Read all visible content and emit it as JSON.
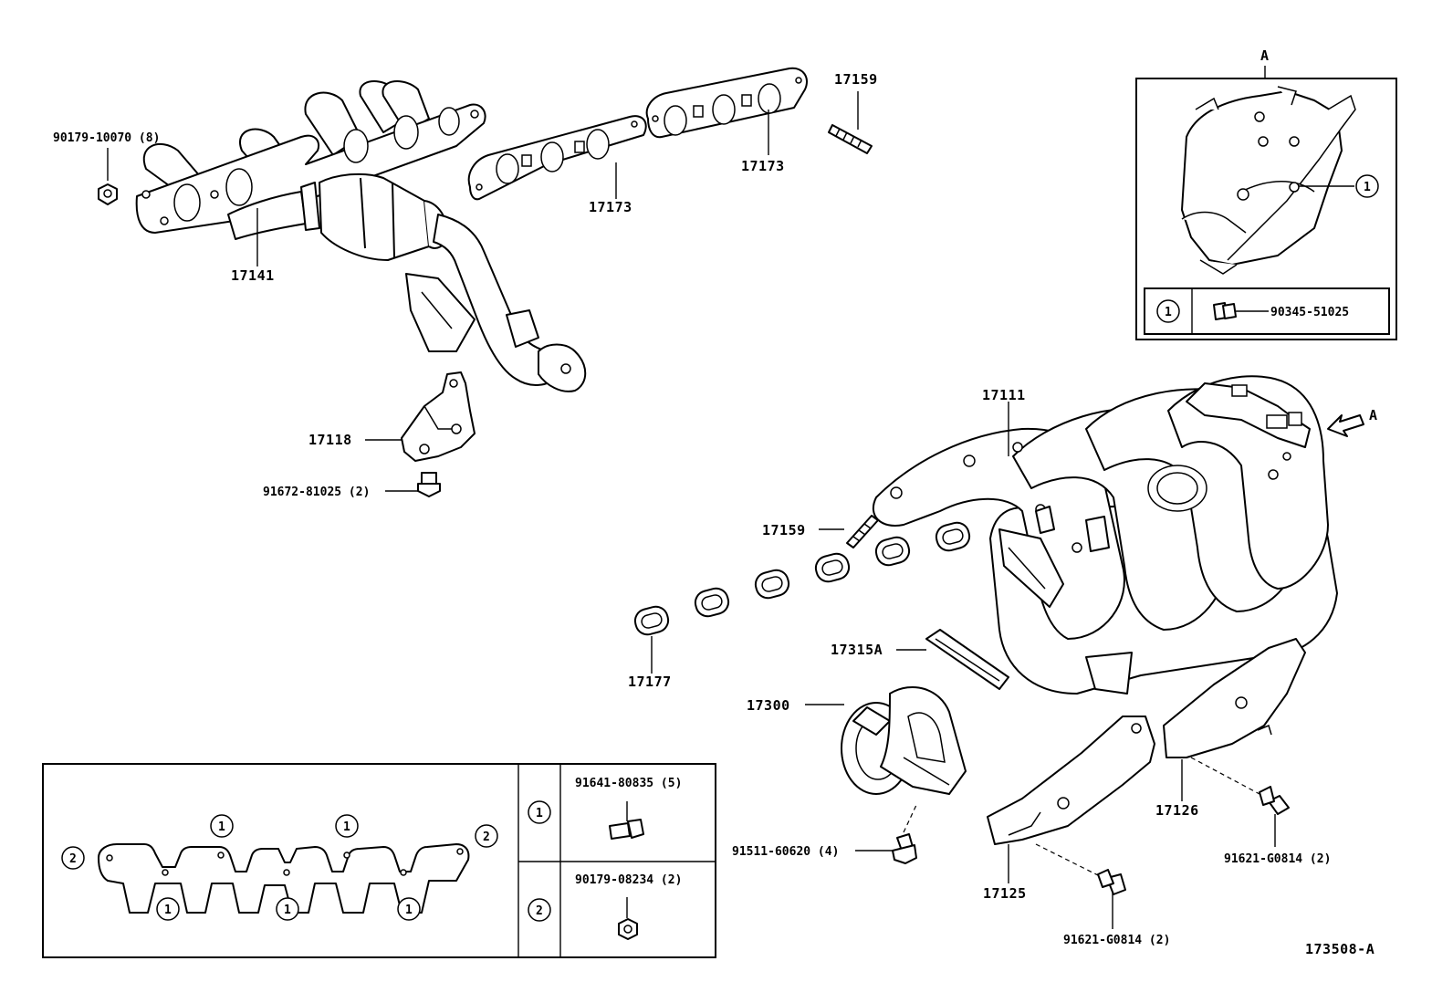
{
  "callouts": {
    "c17141": "17141",
    "c90179_10070": "90179-10070 (8)",
    "c17173_a": "17173",
    "c17173_b": "17173",
    "c17159_top": "17159",
    "c17118": "17118",
    "c91672": "91672-81025 (2)",
    "c17111": "17111",
    "c17159_mid": "17159",
    "c17177": "17177",
    "c17315a": "17315A",
    "c17300": "17300",
    "c91511": "91511-60620 (4)",
    "c17125": "17125",
    "c17126": "17126",
    "c91621_a": "91621-G0814 (2)",
    "c91621_b": "91621-G0814 (2)",
    "view_arrow": "A",
    "diagram_code": "173508-A"
  },
  "inset_a": {
    "title": "A",
    "marker": "1",
    "table_key": "1",
    "table_part": "90345-51025"
  },
  "gasket_inset": {
    "marker_one": "1",
    "marker_two": "2",
    "rows": [
      {
        "key": "1",
        "part": "91641-80835 (5)"
      },
      {
        "key": "2",
        "part": "90179-08234 (2)"
      }
    ]
  }
}
